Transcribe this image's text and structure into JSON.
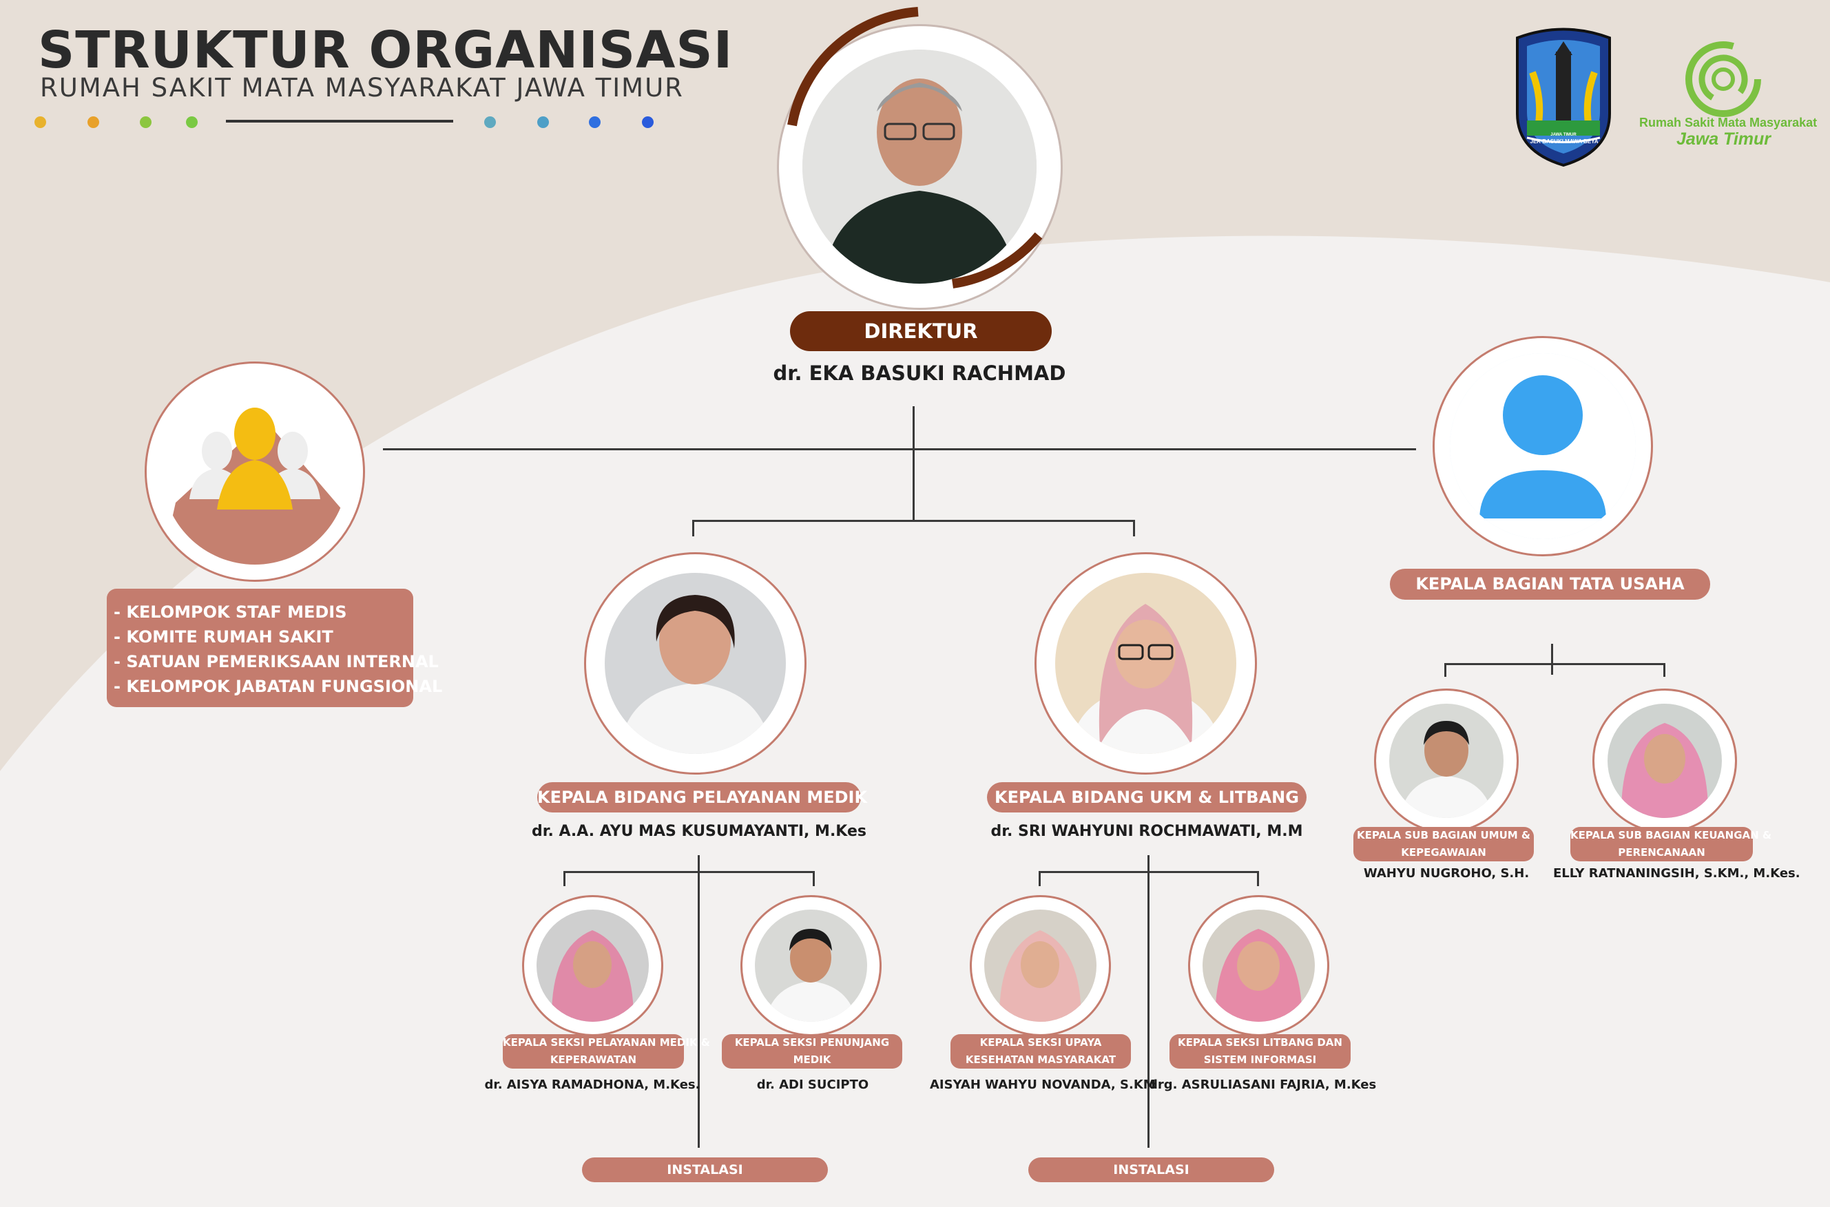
{
  "header": {
    "title": "STRUKTUR ORGANISASI",
    "subtitle": "RUMAH SAKIT MATA MASYARAKAT JAWA TIMUR",
    "dot_colors": [
      "#e8b22d",
      "#e8a12a",
      "#8cc63f",
      "#7ac943",
      "#5fa9c0",
      "#4e9fc7",
      "#2f6fe0",
      "#2a5bdc"
    ]
  },
  "logos": {
    "province_motto": "JER BASUKI MAWA BEYA",
    "province_top": "JAWA TIMUR",
    "hospital_line1": "Rumah Sakit Mata Masyarakat",
    "hospital_line2": "Jawa Timur",
    "hospital_icon": "concentric-rings-eye-icon"
  },
  "colors": {
    "accent": "#c47c6e",
    "dark": "#6e2c0d",
    "shape": "#e7dfd7"
  },
  "director": {
    "role": "DIREKTUR",
    "name": "dr. EKA BASUKI RACHMAD"
  },
  "staff_groups": [
    "- KELOMPOK STAF MEDIS",
    "- KOMITE RUMAH SAKIT",
    "- SATUAN PEMERIKSAAN INTERNAL",
    "- KELOMPOK JABATAN FUNGSIONAL"
  ],
  "tata_usaha": {
    "role": "KEPALA BAGIAN TATA USAHA"
  },
  "medik": {
    "role": "KEPALA BIDANG PELAYANAN MEDIK",
    "name": "dr. A.A. AYU MAS KUSUMAYANTI, M.Kes"
  },
  "ukm": {
    "role": "KEPALA BIDANG UKM & LITBANG",
    "name": "dr. SRI WAHYUNI ROCHMAWATI, M.M"
  },
  "sub_umum": {
    "role_line1": "KEPALA SUB BAGIAN UMUM &",
    "role_line2": "KEPEGAWAIAN",
    "name": "WAHYU NUGROHO, S.H."
  },
  "sub_keuangan": {
    "role_line1": "KEPALA SUB BAGIAN KEUANGAN &",
    "role_line2": "PERENCANAAN",
    "name": "ELLY RATNANINGSIH, S.KM., M.Kes."
  },
  "seksi_medik": {
    "role_line1": "KEPALA SEKSI PELAYANAN MEDIK &",
    "role_line2": "KEPERAWATAN",
    "name": "dr. AISYA RAMADHONA, M.Kes."
  },
  "seksi_penunjang": {
    "role_line1": "KEPALA SEKSI PENUNJANG",
    "role_line2": "MEDIK",
    "name": "dr. ADI SUCIPTO"
  },
  "seksi_upaya": {
    "role_line1": "KEPALA SEKSI UPAYA",
    "role_line2": "KESEHATAN MASYARAKAT",
    "name": "AISYAH WAHYU NOVANDA, S.KM"
  },
  "seksi_litbang": {
    "role_line1": "KEPALA SEKSI LITBANG DAN",
    "role_line2": "SISTEM INFORMASI",
    "name": "drg. ASRULIASANI FAJRIA, M.Kes"
  },
  "instalasi": [
    "INSTALASI",
    "INSTALASI"
  ]
}
